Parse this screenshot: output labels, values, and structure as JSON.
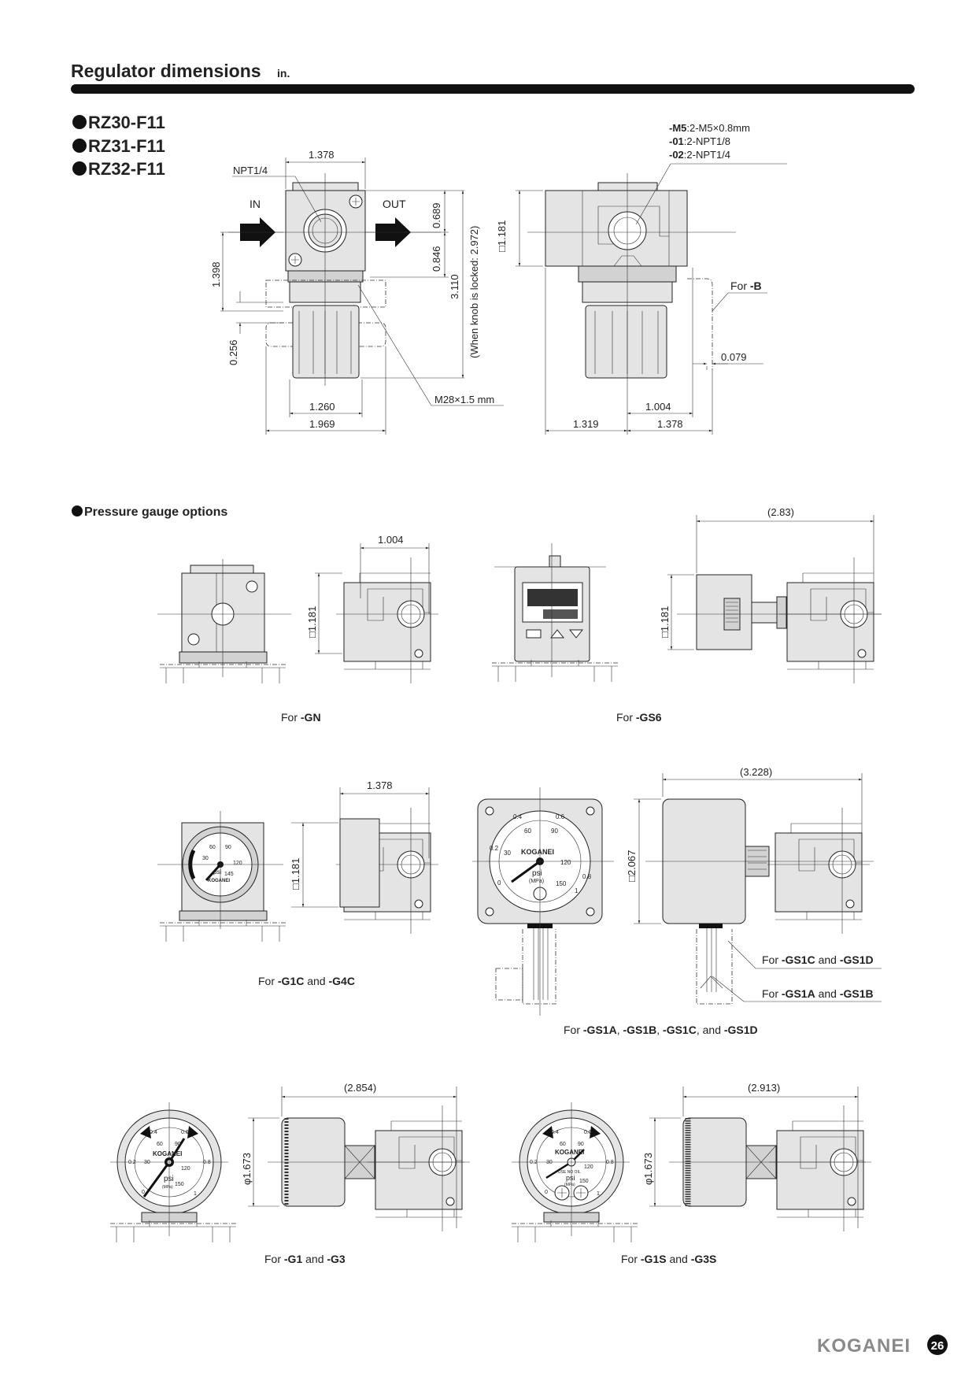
{
  "header": {
    "title": "Regulator dimensions",
    "unit": "in."
  },
  "models": [
    "RZ30-F11",
    "RZ31-F11",
    "RZ32-F11"
  ],
  "main_front": {
    "width_top": "1.378",
    "port": "NPT1/4",
    "in_label": "IN",
    "out_label": "OUT",
    "dim_upper": "0.689",
    "dim_lower": "0.846",
    "dim_total": "3.110",
    "dim_locked": "(When knob is locked: 2.972)",
    "dim_height_axis": "1.398",
    "dim_panel": "0.256",
    "thread": "M28×1.5 mm",
    "dim_knob": "1.260",
    "dim_nut": "1.969"
  },
  "main_side": {
    "port_notes": [
      {
        "code": "-M5",
        "spec": ":2-M5×0.8mm"
      },
      {
        "code": "-01",
        "spec": ":2-NPT1/8"
      },
      {
        "code": "-02",
        "spec": ":2-NPT1/4"
      }
    ],
    "dim_square": "□1.181",
    "for_b_prefix": "For ",
    "for_b_code": "-B",
    "dim_bracket": "0.079",
    "dim_right": "1.004",
    "dim_left_bottom": "1.319",
    "dim_right_bottom": "1.378"
  },
  "gauge_section": {
    "title": "Pressure gauge options"
  },
  "options": {
    "gn": {
      "dim_depth": "1.004",
      "dim_square": "□1.181",
      "caption_prefix": "For ",
      "caption_code": "-GN"
    },
    "gs6": {
      "dim_depth": "(2.83)",
      "dim_square": "□1.181",
      "caption_prefix": "For ",
      "caption_code": "-GS6"
    },
    "g1c": {
      "dim_depth": "1.378",
      "dim_square": "□1.181",
      "caption_prefix": "For ",
      "caption_code1": "-G1C",
      "caption_and": " and ",
      "caption_code2": "-G4C",
      "face": {
        "brand": "KOGANEI",
        "unit": "psi",
        "s1": "30",
        "s2": "60",
        "s3": "90",
        "s4": "120",
        "s5": "145"
      }
    },
    "gs1": {
      "dim_depth": "(3.228)",
      "dim_square": "□2.067",
      "face": {
        "brand": "KOGANEI",
        "unit": "psi",
        "sub": "(MPa)",
        "a": "0.2",
        "b": "0.4",
        "c": "0.6",
        "d": "0.8",
        "e": "30",
        "f": "60",
        "g": "90",
        "h": "120",
        "i": "150",
        "j": "0",
        "k": "1"
      },
      "note1_prefix": "For ",
      "note1_code1": "-GS1C",
      "note1_and": " and ",
      "note1_code2": "-GS1D",
      "note2_prefix": "For ",
      "note2_code1": "-GS1A",
      "note2_and": " and ",
      "note2_code2": "-GS1B",
      "caption_prefix": "For ",
      "caption_code1": "-GS1A",
      "caption_sep1": ", ",
      "caption_code2": "-GS1B",
      "caption_sep2": ", ",
      "caption_code3": "-GS1C",
      "caption_and": ", and ",
      "caption_code4": "-GS1D"
    },
    "g1": {
      "dim_depth": "(2.854)",
      "dim_dia": "φ1.673",
      "caption_prefix": "For ",
      "caption_code1": "-G1",
      "caption_and": " and ",
      "caption_code2": "-G3",
      "face": {
        "brand": "KOGANEI",
        "unit": "psi",
        "sub": "(MPa)",
        "a": "0.2",
        "b": "0.4",
        "c": "0.6",
        "d": "0.8",
        "e": "30",
        "f": "60",
        "g": "90",
        "h": "120",
        "i": "150",
        "j": "0",
        "k": "1"
      }
    },
    "g1s": {
      "dim_depth": "(2.913)",
      "dim_dia": "φ1.673",
      "caption_prefix": "For ",
      "caption_code1": "-G1S",
      "caption_and": " and ",
      "caption_code2": "-G3S",
      "face": {
        "brand": "KOGANEI",
        "unit": "psi",
        "sub": "(MPa)",
        "note": "USE NO OIL",
        "a": "0.2",
        "b": "0.4",
        "c": "0.6",
        "d": "0.8",
        "e": "30",
        "f": "60",
        "g": "90",
        "h": "120",
        "i": "150",
        "j": "0",
        "k": "1"
      }
    }
  },
  "footer": {
    "brand": "KOGANEI",
    "page": "26"
  }
}
